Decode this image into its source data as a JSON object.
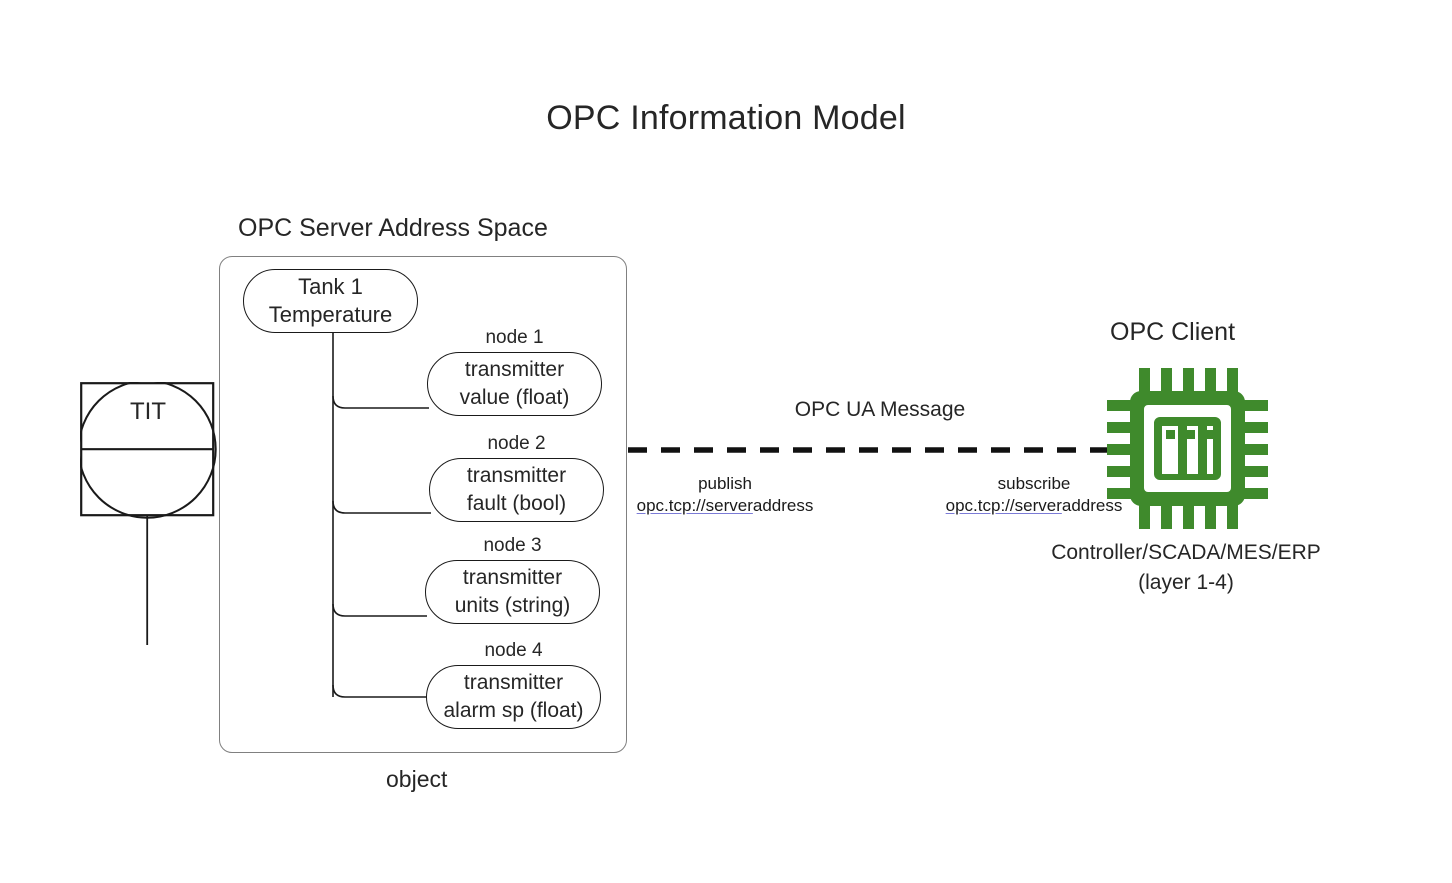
{
  "page": {
    "title": "OPC Information Model",
    "background_color": "#ffffff",
    "text_color": "#262626"
  },
  "server": {
    "title": "OPC Server Address Space",
    "container_label": "object",
    "border_color": "#808080",
    "root_node": {
      "line1": "Tank 1",
      "line2": "Temperature"
    },
    "nodes": [
      {
        "caption": "node 1",
        "line1": "transmitter",
        "line2": "value (float)"
      },
      {
        "caption": "node 2",
        "line1": "transmitter",
        "line2": "fault (bool)"
      },
      {
        "caption": "node 3",
        "line1": "transmitter",
        "line2": "units (string)"
      },
      {
        "caption": "node 4",
        "line1": "transmitter",
        "line2": "alarm sp (float)"
      }
    ]
  },
  "field_device": {
    "tag": "TIT",
    "icon": "instrument-balloon-icon"
  },
  "communication": {
    "message_label": "OPC UA Message",
    "link_style": "dashed",
    "publish": {
      "verb": "publish",
      "url_linked": "opc.tcp://server",
      "url_plain": "address",
      "underline_color": "#7b7bd6"
    },
    "subscribe": {
      "verb": "subscribe",
      "url_linked": "opc.tcp://server",
      "url_plain": "address",
      "underline_color": "#7b7bd6"
    }
  },
  "client": {
    "title": "OPC Client",
    "icon": "cpu-chip-icon",
    "icon_color": "#3f8a2c",
    "caption_line1": "Controller/SCADA/MES/ERP",
    "caption_line2": "(layer 1-4)"
  }
}
